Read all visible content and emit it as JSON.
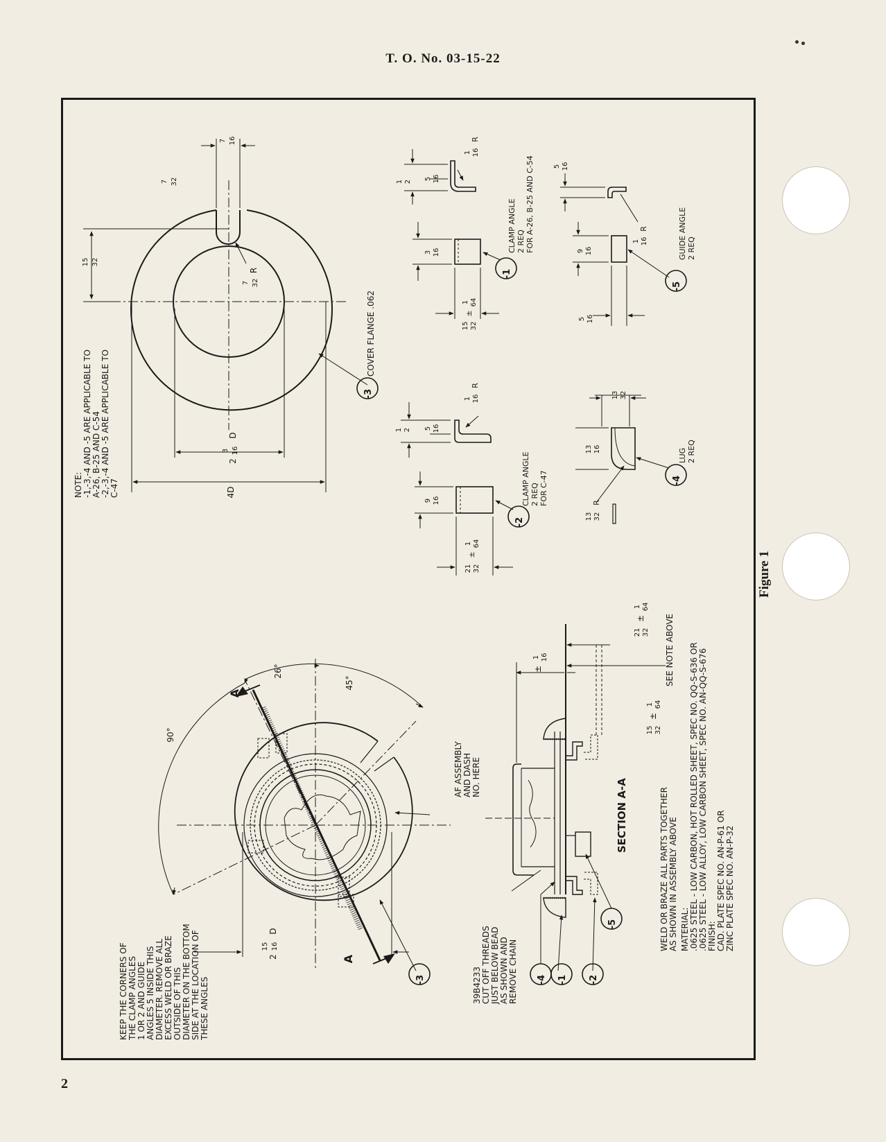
{
  "header": {
    "title": "T. O. No. 03-15-22"
  },
  "page_number": "2",
  "figure_caption": "Figure 1",
  "note": {
    "label": "NOTE:",
    "lines": [
      "-1,-3,-4 AND -5 ARE APPLICABLE TO",
      "A-26, B-25 AND C-54",
      "-2,-3,-4 AND -5 ARE APPLICABLE TO",
      "C-47"
    ]
  },
  "cover_flange": {
    "callout": "-3",
    "label": "COVER FLANGE .062",
    "dim_outer": "4D",
    "dim_inner_whole": "2",
    "dim_inner_num": "3",
    "dim_inner_den": "16",
    "dim_inner_suffix": "D",
    "dim_slot_num": "7",
    "dim_slot_den": "32",
    "dim_slot_width_num": "7",
    "dim_slot_width_den": "16",
    "dim_slot_radius_num": "7",
    "dim_slot_radius_den": "32",
    "dim_slot_radius_suffix": "R",
    "dim_offset_num": "15",
    "dim_offset_den": "32"
  },
  "clamp_angle_1": {
    "callout": "-1",
    "lines": [
      "CLAMP ANGLE",
      "2 REQ",
      "FOR A-26, B-25 AND C-54"
    ],
    "dim_a_num": "1",
    "dim_a_den": "2",
    "dim_b_num": "5",
    "dim_b_den": "16",
    "dim_r_num": "1",
    "dim_r_den": "16",
    "dim_r_suffix": "R",
    "dim_h_num": "3",
    "dim_h_den": "16",
    "dim_w_num": "15",
    "dim_w_den": "32",
    "dim_tol_num": "1",
    "dim_tol_den": "64",
    "dim_tol_sign": "±"
  },
  "clamp_angle_2": {
    "callout": "-2",
    "lines": [
      "CLAMP ANGLE",
      "2 REQ",
      "FOR C-47"
    ],
    "dim_a_num": "1",
    "dim_a_den": "2",
    "dim_b_num": "5",
    "dim_b_den": "16",
    "dim_r_num": "1",
    "dim_r_den": "16",
    "dim_r_suffix": "R",
    "dim_h_num": "9",
    "dim_h_den": "16",
    "dim_w_num": "21",
    "dim_w_den": "32",
    "dim_tol_num": "1",
    "dim_tol_den": "64",
    "dim_tol_sign": "±"
  },
  "guide_angle": {
    "callout": "-5",
    "lines": [
      "GUIDE ANGLE",
      "2 REQ"
    ],
    "dim_a_num": "5",
    "dim_a_den": "16",
    "dim_r_num": "1",
    "dim_r_den": "16",
    "dim_r_suffix": "R",
    "dim_h_num": "9",
    "dim_h_den": "16",
    "dim_w_num": "5",
    "dim_w_den": "16"
  },
  "lug": {
    "callout": "-4",
    "lines": [
      "LUG",
      "2 REQ"
    ],
    "dim_a_num": "13",
    "dim_a_den": "32",
    "dim_b_num": "13",
    "dim_b_den": "16",
    "dim_r_num": "13",
    "dim_r_den": "32",
    "dim_r_suffix": "R"
  },
  "assembly": {
    "callout": "-3",
    "keep_note": [
      "KEEP THE CORNERS OF",
      "THE CLAMP ANGLES",
      "1 OR 2 AND GUIDE",
      "ANGLES 5 INSIDE THIS",
      "DIAMETER. REMOVE ALL",
      "EXCESS WELD OR BRAZE",
      "OUTSIDE OF THIS",
      "DIAMETER ON THE BOTTOM",
      "SIDE AT THE LOCATION OF",
      "THESE ANGLES"
    ],
    "angle_90": "90°",
    "angle_26": "26°",
    "angle_45": "45°",
    "section_mark": "A",
    "af_note": [
      "AF ASSEMBLY",
      "AND DASH",
      "NO. HERE"
    ],
    "dim_d_whole": "2",
    "dim_d_num": "15",
    "dim_d_den": "16",
    "dim_d_suffix": "D"
  },
  "section": {
    "title": "SECTION A-A",
    "callouts": [
      "-4",
      "-1",
      "-2",
      "-5"
    ],
    "threads_note": [
      "39B4233",
      "CUT OFF THREADS",
      "JUST BELOW BEAD",
      "AS SHOWN AND",
      "REMOVE CHAIN"
    ],
    "dim_top_num": "1",
    "dim_top_den": "16",
    "dim_top_sign": "±",
    "dim_a_num": "21",
    "dim_a_den": "32",
    "dim_b_num": "15",
    "dim_b_den": "32",
    "dim_tol_num": "1",
    "dim_tol_den": "64",
    "dim_tol_sign": "±",
    "see_note": "SEE NOTE ABOVE"
  },
  "material_notes": [
    "WELD OR BRAZE ALL PARTS TOGETHER",
    "AS SHOWN IN ASSEMBLY ABOVE",
    "MATERIAL:",
    ".0625 STEEL - LOW CARBON, HOT ROLLED SHEET, SPEC NO. QQ-S-636 OR",
    ".0625 STEEL - LOW ALLOY, LOW CARBON SHEET, SPEC NO. AN-QQ-S-676",
    "FINISH:",
    "CAD. PLATE SPEC NO. AN-P-61 OR",
    "ZINC PLATE SPEC NO. AN-P-32"
  ]
}
